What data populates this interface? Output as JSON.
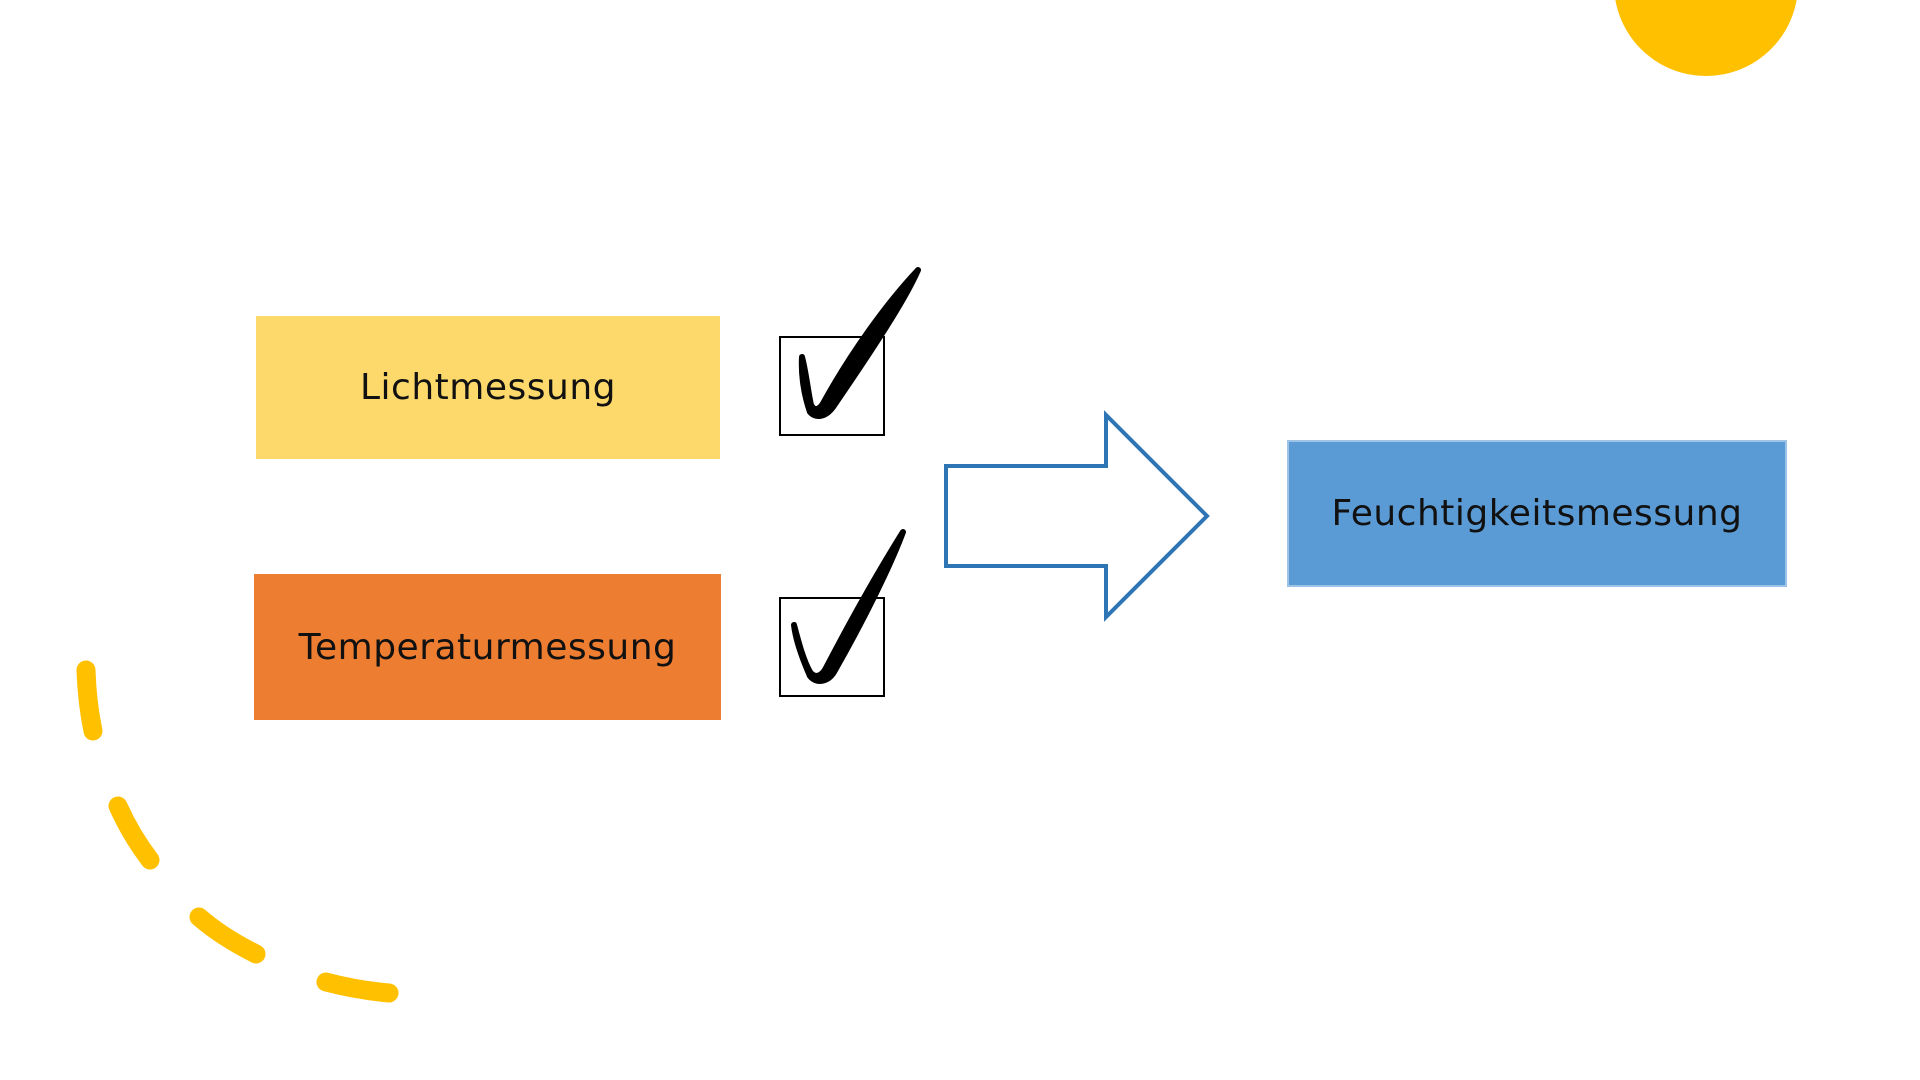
{
  "colors": {
    "light_box": "#fdd96b",
    "temperature_box": "#ed7d31",
    "humidity_box": "#5b9bd5",
    "arrow_outline": "#2e75b6",
    "accent_yellow": "#ffc000",
    "checkmark": "#000000"
  },
  "diagram": {
    "measurements_done": [
      {
        "label": "Lichtmessung",
        "checked": true
      },
      {
        "label": "Temperaturmessung",
        "checked": true
      }
    ],
    "next_measurement": {
      "label": "Feuchtigkeitsmessung"
    }
  },
  "icons": {
    "checkbox": "checked-checkbox-icon",
    "arrow": "right-arrow-icon",
    "decor_circle": "sun-circle-decoration",
    "decor_dashes": "dashed-arc-decoration"
  }
}
